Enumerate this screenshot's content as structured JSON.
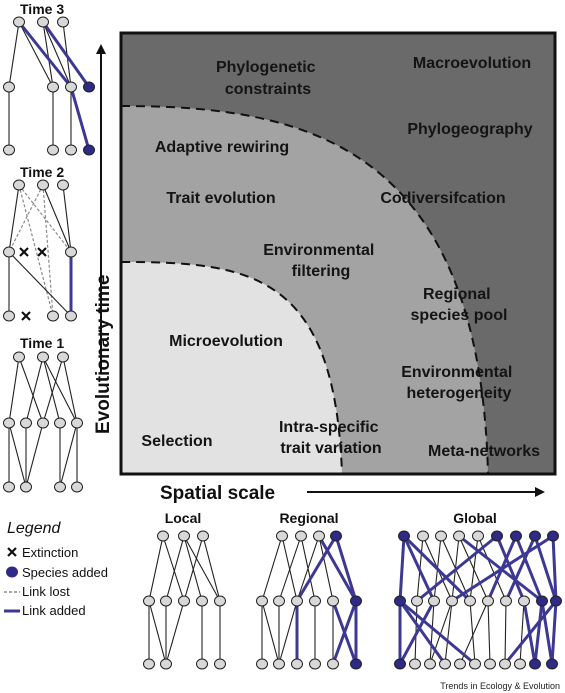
{
  "colors": {
    "outer_zone": "#6a6a6a",
    "middle_zone": "#a3a3a3",
    "inner_zone": "#e2e2e2",
    "node_gray": "#d8d8d8",
    "node_added": "#2e2a86",
    "link_added": "#3c3893",
    "link_lost": "#8a8a8a"
  },
  "axes": {
    "y_title": "Evolutionary time",
    "x_title": "Spatial scale"
  },
  "zones": {
    "phylogenetic_constraints": [
      "Phylogenetic",
      "constraints"
    ],
    "macroevolution": "Macroevolution",
    "phylogeography": "Phylogeography",
    "adaptive_rewiring": "Adaptive rewiring",
    "trait_evolution": "Trait evolution",
    "codiversification": "Codiversifcation",
    "environmental_filtering": [
      "Environmental",
      "filtering"
    ],
    "regional_species_pool": [
      "Regional",
      "species pool"
    ],
    "microevolution": "Microevolution",
    "environmental_heterogeneity": [
      "Environmental",
      "heterogeneity"
    ],
    "selection": "Selection",
    "intra_specific_trait_variation": [
      "Intra-specific",
      "trait variation"
    ],
    "meta_networks": "Meta-networks"
  },
  "time_panels": {
    "time3": "Time 3",
    "time2": "Time 2",
    "time1": "Time 1"
  },
  "scale_panels": {
    "local": "Local",
    "regional": "Regional",
    "global": "Global"
  },
  "legend": {
    "title": "Legend",
    "extinction": "Extinction",
    "species_added": "Species added",
    "link_lost": "Link lost",
    "link_added": "Link added"
  },
  "credit": "Trends in Ecology & Evolution"
}
